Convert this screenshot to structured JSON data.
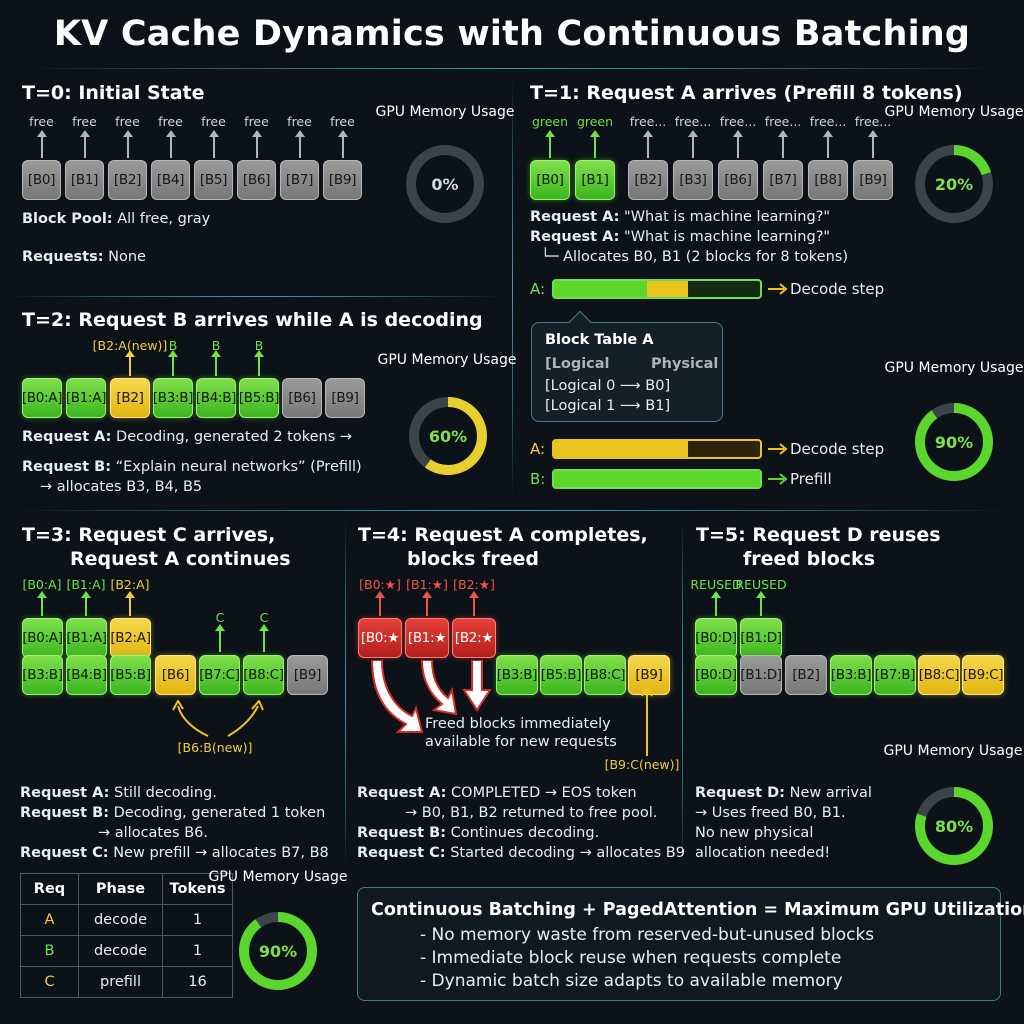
{
  "title": "KV Cache Dynamics with Continuous Batching",
  "gpu_label": "GPU Memory Usage",
  "colors": {
    "green": "#5ad62c",
    "yellow": "#ecc421",
    "gray": "#8a8a8a",
    "red": "#d42b25",
    "background": "#0c1218"
  },
  "t0": {
    "header": "T=0: Initial State",
    "free_labels": [
      "free",
      "free",
      "free",
      "free",
      "free",
      "free",
      "free",
      "free"
    ],
    "blocks": [
      "[B0]",
      "[B1]",
      "[B2]",
      "[B4]",
      "[B5]",
      "[B6]",
      "[B7]",
      "[B9]"
    ],
    "pool_bold": "Block Pool:",
    "pool_text": " All free, gray",
    "requests_bold": "Requests:",
    "requests_text": " None",
    "gauge": "0%",
    "usage": 0
  },
  "t1": {
    "header": "T=1: Request A arrives (Prefill 8 tokens)",
    "top_labels": [
      "green",
      "green",
      "free...",
      "free...",
      "free...",
      "free...",
      "free...",
      "free..."
    ],
    "blocks": [
      "[B0]",
      "[B1]",
      "[B2]",
      "[B3]",
      "[B6]",
      "[B7]",
      "[B8]",
      "[B9]"
    ],
    "req_bold": "Request A:",
    "req_text": " \"What is machine learning?\"",
    "req2_bold": "Request A:",
    "req2_text": " \"What is machine learning?\"",
    "alloc": "└─ Allocates B0, B1 (2 blocks for 8 tokens)",
    "bar_a_label": "A:",
    "decode_step": "Decode step",
    "block_table": {
      "title": "Block Table A",
      "col1": "[Logical",
      "col2": "Physical",
      "row1": "[Logical 0 ⟶ B0]",
      "row2": "[Logical 1 ⟶ B1]"
    },
    "bar_a2_label": "A:",
    "decode_step2": "Decode step",
    "bar_b_label": "B:",
    "prefill": "Prefill",
    "gauge": "20%",
    "usage": 0.2,
    "gauge2": "90%",
    "usage2": 0.9
  },
  "t2": {
    "header": "T=2: Request B arrives while A is decoding",
    "top_labels": [
      "[B2:A(new)]",
      "B",
      "B",
      "B"
    ],
    "blocks": [
      "[B0:A]",
      "[B1:A]",
      "[B2]",
      "[B3:B]",
      "[B4:B]",
      "[B5:B]",
      "[B6]",
      "[B9]"
    ],
    "reqA_bold": "Request A:",
    "reqA_text": " Decoding, generated 2 tokens →",
    "reqB_bold": "Request B:",
    "reqB_text": " “Explain neural networks” (Prefill)",
    "reqB_alloc": "→ allocates B3, B4, B5",
    "gauge": "60%",
    "usage": 0.6
  },
  "t3": {
    "header1": "T=3: Request C arrives,",
    "header2": "Request A continues",
    "top_labels": [
      "[B0:A]",
      "[B1:A]",
      "[B2:A]",
      "C",
      "C"
    ],
    "row1": [
      "[B0:A]",
      "[B1:A]",
      "[B2:A]"
    ],
    "row2": [
      "[B3:B]",
      "[B4:B]",
      "[B5:B]",
      "[B6]",
      "[B7:C]",
      "[B8:C]",
      "[B9]"
    ],
    "new_label": "[B6:B(new)]",
    "reqA_bold": "Request A:",
    "reqA_text": " Still decoding.",
    "reqB_bold": "Request B:",
    "reqB_text": " Decoding, generated 1 token",
    "reqB_alloc": "→ allocates B6.",
    "reqC_bold": "Request C:",
    "reqC_text": " New prefill → allocates B7, B8",
    "table": {
      "headers": [
        "Req",
        "Phase",
        "Tokens"
      ],
      "rows": [
        [
          "A",
          "decode",
          "1"
        ],
        [
          "B",
          "decode",
          "1"
        ],
        [
          "C",
          "prefill",
          "16"
        ]
      ]
    },
    "gauge": "90%",
    "usage": 0.9
  },
  "t4": {
    "header1": "T=4: Request A completes,",
    "header2": "blocks freed",
    "top_labels": [
      "[B0:★]",
      "[B1:★]",
      "[B2:★]"
    ],
    "red_blocks": [
      "[B0:★",
      "[B1:★",
      "[B2:★"
    ],
    "row": [
      "[B3:B]",
      "[B5:B]",
      "[B8:C]",
      "[B9]"
    ],
    "freed_note1": "Freed blocks immediately",
    "freed_note2": "available for new requests",
    "new_label": "[B9:C(new)]",
    "reqA_bold": "Request A:",
    "reqA_text": " COMPLETED → EOS token",
    "reqA_ret": "→ B0, B1, B2 returned to free pool.",
    "reqB_bold": "Request B:",
    "reqB_text": " Continues decoding.",
    "reqC_bold": "Request C:",
    "reqC_text": " Started decoding → allocates B9"
  },
  "t5": {
    "header1": "T=5: Request D reuses",
    "header2": "freed blocks",
    "top_labels": [
      "REUSED",
      "REUSED"
    ],
    "row1": [
      "[B0:D]",
      "[B1:D]"
    ],
    "row2": [
      "[B0:D]",
      "[B1:D]",
      "[B2]",
      "[B3:B]",
      "[B7:B]",
      "[B8:C]",
      "[B9:C]"
    ],
    "reqD_bold": "Request D:",
    "reqD_text": " New arrival",
    "line2": "→ Uses freed B0, B1.",
    "line3": "No new physical",
    "line4": "allocation needed!",
    "gauge": "80%",
    "usage": 0.8
  },
  "summary": {
    "title": "Continuous Batching + PagedAttention = Maximum GPU Utilization",
    "bullets": [
      "- No memory waste from reserved-but-unused blocks",
      "- Immediate block reuse when requests complete",
      "- Dynamic batch size adapts to available memory"
    ]
  }
}
